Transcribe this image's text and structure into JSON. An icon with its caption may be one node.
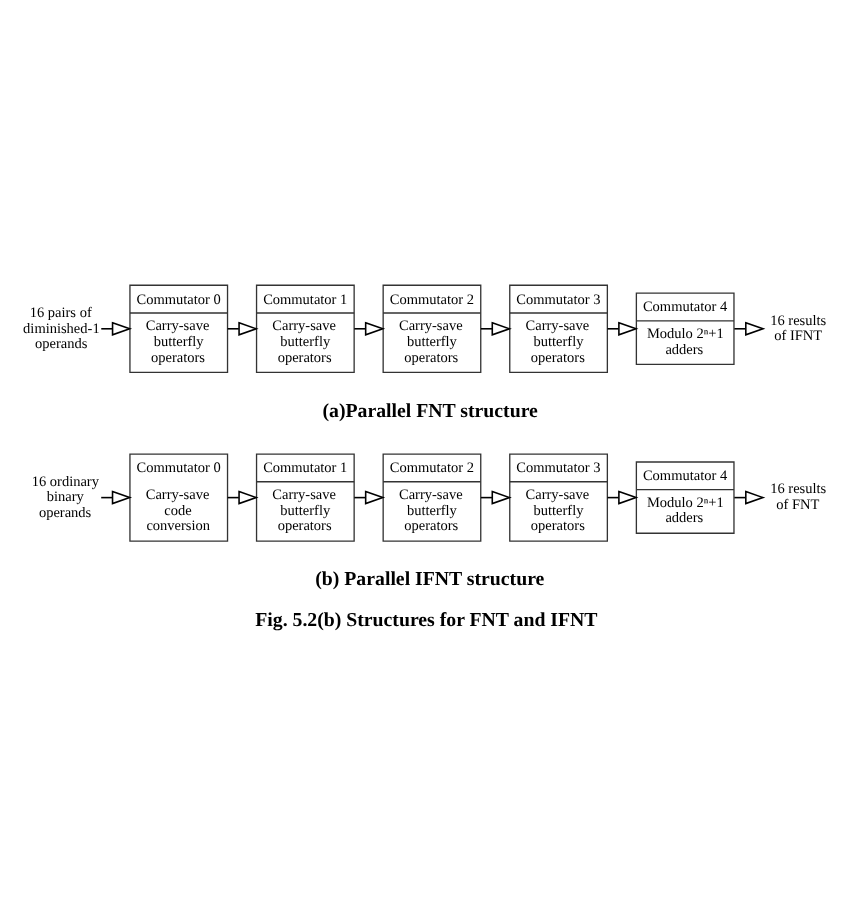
{
  "diagram": {
    "caption": "Fig. 5.2(b) Structures for FNT and IFNT",
    "nodes": [
      {
        "text": [
          "16 pairs of diminished-1 operands"
        ]
      },
      {
        "text": [
          "Commutator 0",
          "Carry-save butterfly operators"
        ]
      },
      {
        "text": [
          "Commutator 1",
          "Carry-save butterfly operators"
        ]
      },
      {
        "text": [
          "Commutator 2",
          "Carry-save butterfly operators"
        ]
      },
      {
        "text": [
          "Commutator 3",
          "Carry-save butterfly operators"
        ]
      },
      {
        "text": [
          "Commutator 4",
          "Modulo 2ⁿ+1 adders"
        ]
      },
      {
        "text": [
          "16 results of IFNT"
        ]
      },
      {
        "text": [
          "16 ordinary binary operands"
        ]
      },
      {
        "text": [
          "Commutator 0",
          "Carry-save code conversion"
        ]
      },
      {
        "text": [
          "Commutator 1",
          "Carry-save butterfly operators"
        ]
      },
      {
        "text": [
          "Commutator 2",
          "Carry-save butterfly operators"
        ]
      },
      {
        "text": [
          "Commutator 3",
          "Carry-save butterfly operators"
        ]
      },
      {
        "text": [
          "Commutator 4",
          "Modulo 2ⁿ+1 adders"
        ]
      },
      {
        "text": [
          "16 results of FNT"
        ]
      }
    ],
    "edges": [
      {
        "from": 0,
        "to": 1,
        "arrow": "to"
      },
      {
        "from": 1,
        "to": 2,
        "arrow": "to"
      },
      {
        "from": 2,
        "to": 3,
        "arrow": "to"
      },
      {
        "from": 3,
        "to": 4,
        "arrow": "to"
      },
      {
        "from": 4,
        "to": 5,
        "arrow": "to"
      },
      {
        "from": 5,
        "to": 6,
        "arrow": "to"
      },
      {
        "from": 7,
        "to": 8,
        "arrow": "to"
      },
      {
        "from": 8,
        "to": 9,
        "arrow": "to"
      },
      {
        "from": 9,
        "to": 10,
        "arrow": "to"
      },
      {
        "from": 10,
        "to": 11,
        "arrow": "to"
      },
      {
        "from": 11,
        "to": 12,
        "arrow": "to"
      },
      {
        "from": 12,
        "to": 13,
        "arrow": "to"
      }
    ],
    "labels": [
      "(a)Parallel FNT structure",
      "(b) Parallel IFNT structure"
    ]
  }
}
